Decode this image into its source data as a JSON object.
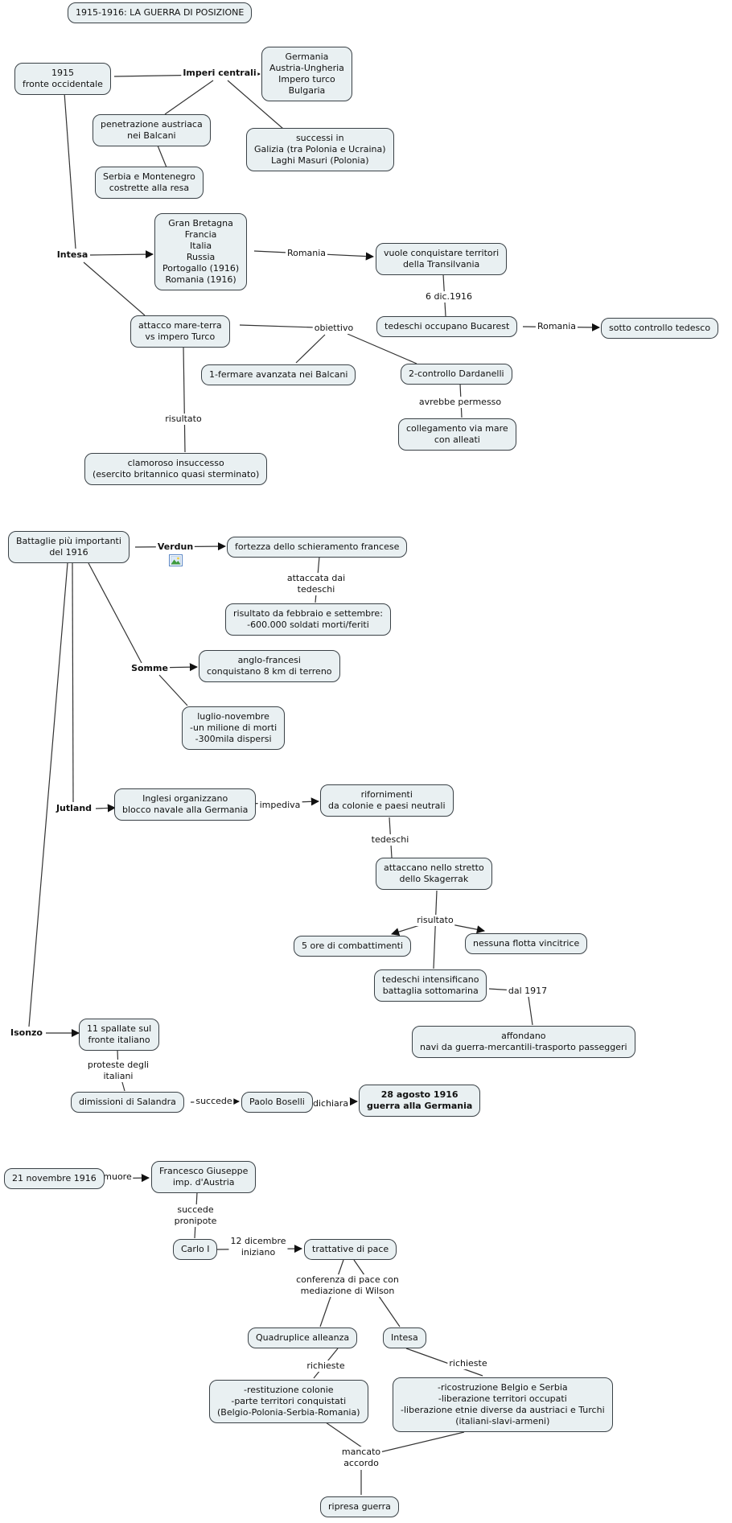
{
  "colors": {
    "node_fill": "#e9f0f2",
    "node_border": "#3a4146",
    "line_color": "#333333",
    "bg": "#ffffff",
    "text": "#111111"
  },
  "title": "1915-1916: LA GUERRA DI POSIZIONE",
  "concepts": {
    "fronte_1915": "1915\nfronte occidentale",
    "imperi_membri": "Germania\nAustria-Ungheria\nImpero turco\nBulgaria",
    "penetrazione": "penetrazione austriaca\nnei Balcani",
    "serbia_montenegro": "Serbia e Montenegro\ncostrette alla resa",
    "successi": "successi in\nGalizia (tra Polonia e Ucraina)\nLaghi Masuri (Polonia)",
    "intesa_membri": "Gran Bretagna\nFrancia\nItalia\nRussia\nPortogallo (1916)\nRomania (1916)",
    "transilvania": "vuole conquistare territori\ndella Transilvania",
    "bucarest": "tedeschi occupano Bucarest",
    "sotto_controllo": "sotto controllo tedesco",
    "attacco_mare_terra": "attacco mare-terra\nvs impero Turco",
    "fermare_avanzata": "1-fermare avanzata nei Balcani",
    "dardanelli": "2-controllo Dardanelli",
    "collegamento": "collegamento via mare\ncon alleati",
    "clamoroso": "clamoroso insuccesso\n(esercito britannico quasi sterminato)",
    "battaglie_1916": "Battaglie più importanti\ndel 1916",
    "fortezza": "fortezza dello schieramento francese",
    "risultato_verdun": "risultato da febbraio e settembre:\n-600.000 soldati morti/feriti",
    "anglo_francesi": "anglo-francesi\nconquistano 8 km di terreno",
    "luglio_novembre": "luglio-novembre\n-un milione di morti\n-300mila dispersi",
    "blocco_navale": "Inglesi organizzano\nblocco navale alla Germania",
    "rifornimenti": "rifornimenti\nda colonie e paesi neutrali",
    "skagerrak": "attaccano nello stretto\ndello Skagerrak",
    "cinque_ore": "5 ore di combattimenti",
    "nessuna_flotta": "nessuna flotta vincitrice",
    "sottomarina": "tedeschi intensificano\nbattaglia sottomarina",
    "affondano": "affondano\nnavi da guerra-mercantili-trasporto passeggeri",
    "spallate": "11 spallate sul\nfronte italiano",
    "dimissioni": "dimissioni di Salandra",
    "boselli": "Paolo Boselli",
    "guerra_germania": "28 agosto 1916\nguerra alla Germania",
    "nov_21_1916": "21 novembre 1916",
    "francesco_giuseppe": "Francesco Giuseppe\nimp. d'Austria",
    "carlo_i": "Carlo I",
    "trattative": "trattative di pace",
    "quadruplice": "Quadruplice alleanza",
    "intesa_nodo": "Intesa",
    "richieste_quadruplice": "-restituzione colonie\n-parte territori conquistati\n(Belgio-Polonia-Serbia-Romania)",
    "richieste_intesa": "-ricostruzione Belgio e Serbia\n-liberazione territori occupati\n-liberazione etnie diverse da austriaci e Turchi\n(italiani-slavi-armeni)",
    "ripresa_guerra": "ripresa guerra"
  },
  "links": {
    "imperi_centrali": "Imperi centrali",
    "intesa": "Intesa",
    "romania_1": "Romania",
    "sei_dic_1916": "6 dic.1916",
    "romania_2": "Romania",
    "obiettivo": "obiettivo",
    "avrebbe_permesso": "avrebbe permesso",
    "risultato_1": "risultato",
    "verdun": "Verdun",
    "attaccata_dai": "attaccata dai\ntedeschi",
    "somme": "Somme",
    "jutland": "Jutland",
    "impediva": "impediva",
    "tedeschi": "tedeschi",
    "risultato_2": "risultato",
    "dal_1917": "dal 1917",
    "isonzo": "Isonzo",
    "proteste": "proteste degli\nitaliani",
    "succede": "succede",
    "dichiara": "dichiara",
    "muore": "muore",
    "succede_pronipote": "succede\npronipote",
    "dodici_dicembre": "12 dicembre\niniziano",
    "conferenza": "conferenza di pace con\nmediazione di Wilson",
    "richieste_1": "richieste",
    "richieste_2": "richieste",
    "mancato_accordo": "mancato\naccordo"
  },
  "icons": {
    "verdun_resource": "image-attachment-icon"
  }
}
